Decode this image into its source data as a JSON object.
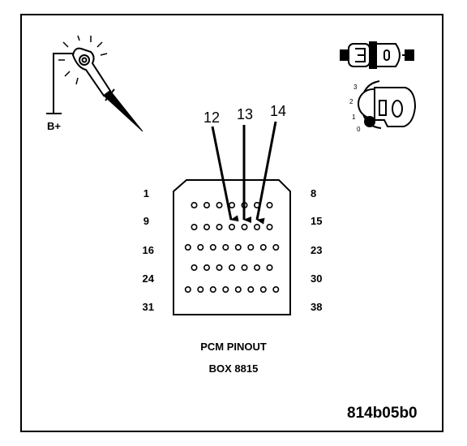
{
  "diagram": {
    "test_light_label": "B+",
    "connector": {
      "left_pin_labels": [
        "1",
        "9",
        "16",
        "24",
        "31"
      ],
      "right_pin_labels": [
        "8",
        "15",
        "23",
        "30",
        "38"
      ],
      "row_pin_counts": [
        7,
        7,
        8,
        7,
        8
      ]
    },
    "callouts": [
      "12",
      "13",
      "14"
    ],
    "caption_line1": "PCM PINOUT",
    "caption_line2": "BOX 8815",
    "figure_id": "814b05b0",
    "ignition_positions": [
      "3",
      "2",
      "1",
      "0"
    ],
    "icons": [
      "test-light-icon",
      "connector-plug-icon",
      "ignition-key-icon"
    ]
  }
}
